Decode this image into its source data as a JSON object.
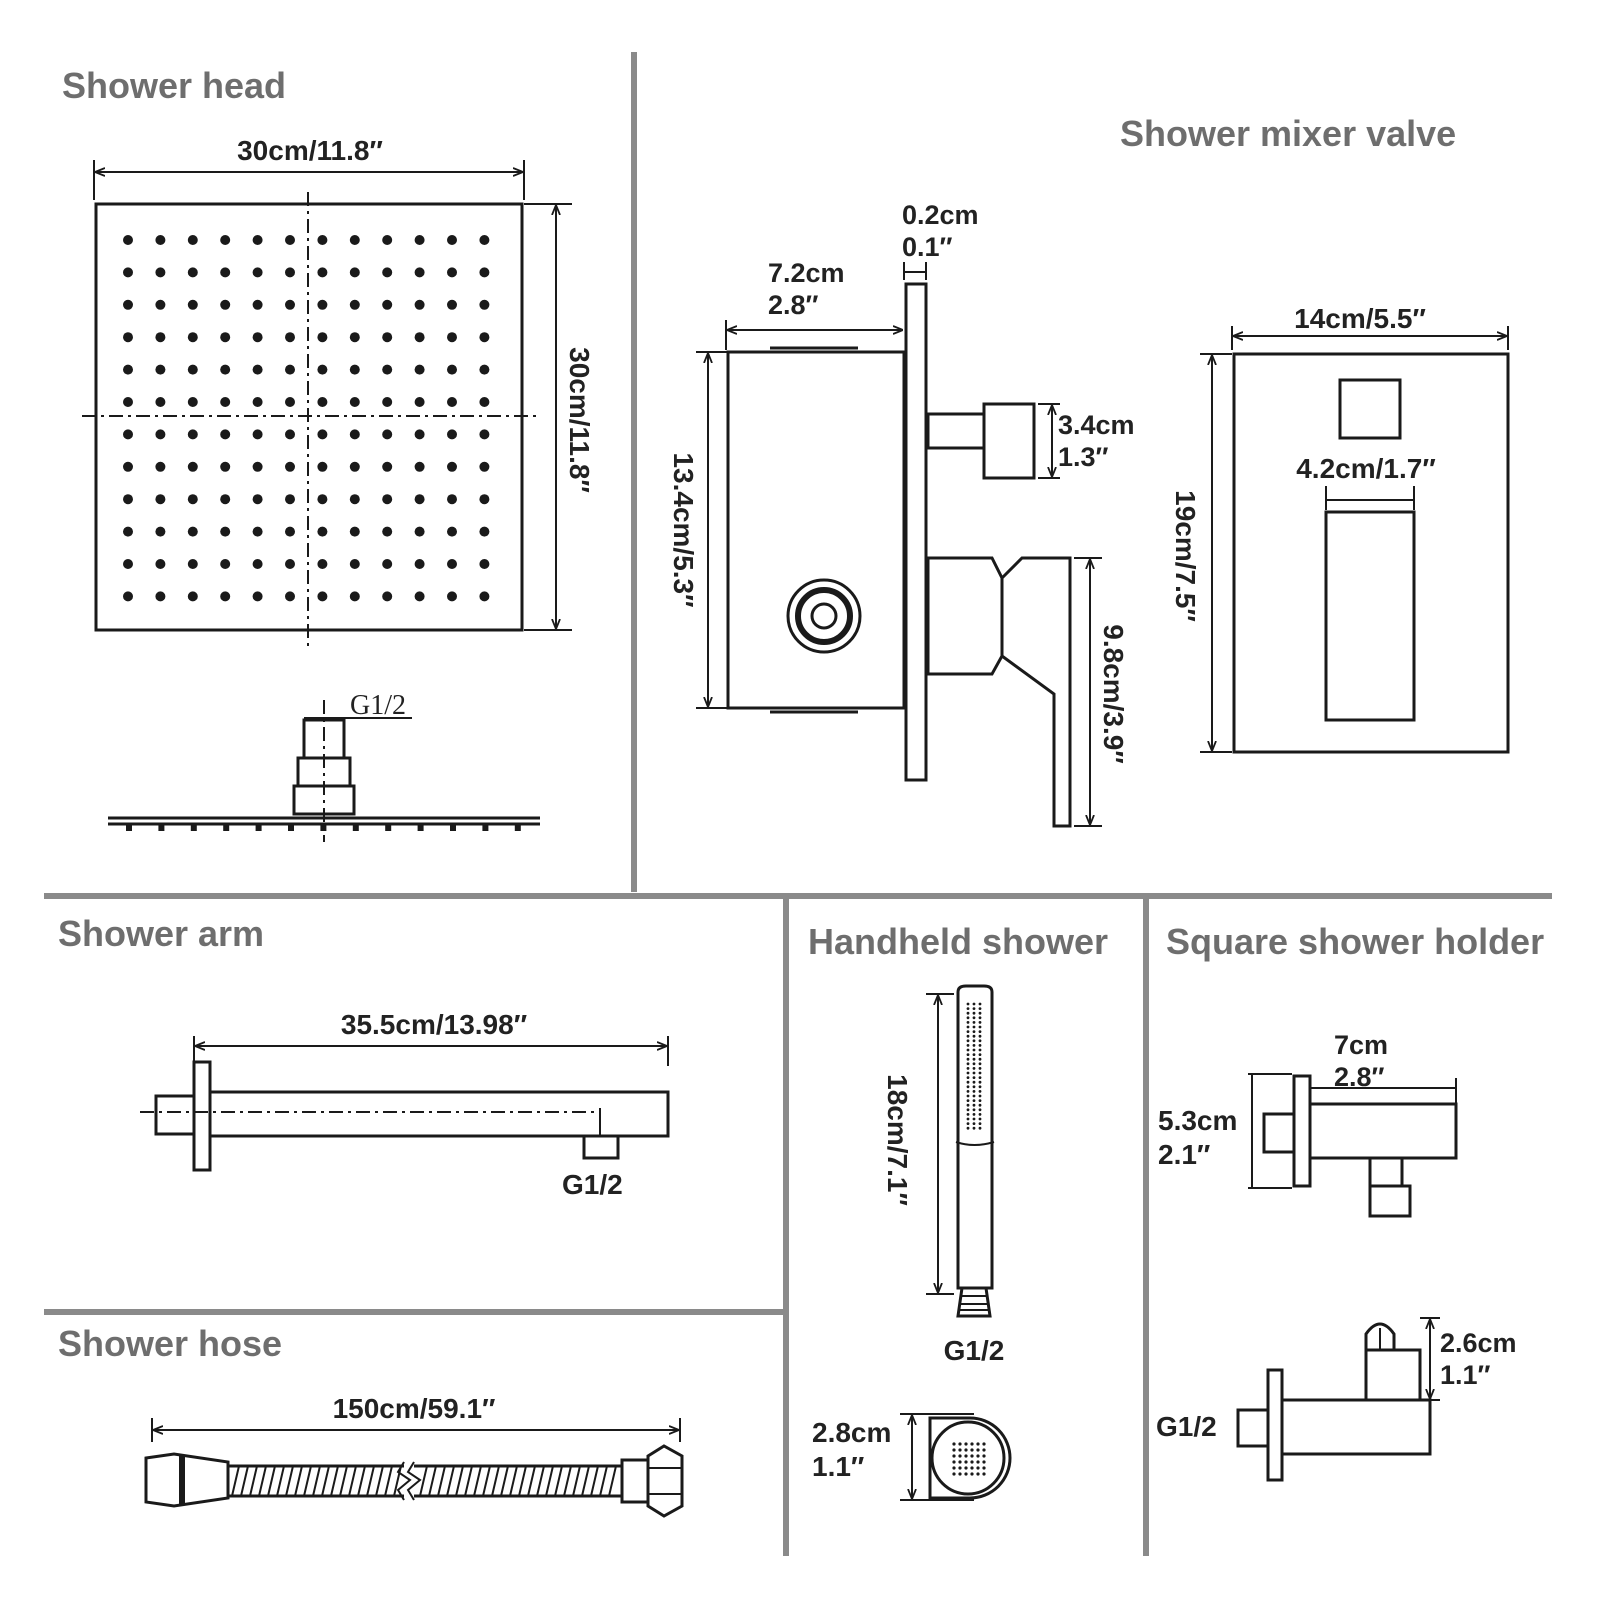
{
  "panels": {
    "shower_head": {
      "title": "Shower head",
      "width_label": "30cm/11.8″",
      "height_label": "30cm/11.8″",
      "thread_label": "G1/2"
    },
    "mixer_valve": {
      "title": "Shower mixer valve",
      "plate_thickness_cm": "0.2cm",
      "plate_thickness_in": "0.1″",
      "depth_cm": "7.2cm",
      "depth_in": "2.8″",
      "body_height": "13.4cm/5.3″",
      "spout_cm": "3.4cm",
      "spout_in": "1.3″",
      "handle_height": "9.8cm/3.9″",
      "plate_width": "14cm/5.5″",
      "plate_height": "19cm/7.5″",
      "handle_width": "4.2cm/1.7″"
    },
    "shower_arm": {
      "title": "Shower arm",
      "length_label": "35.5cm/13.98″",
      "thread_label": "G1/2"
    },
    "shower_hose": {
      "title": "Shower hose",
      "length_label": "150cm/59.1″"
    },
    "handheld_shower": {
      "title": "Handheld shower",
      "length_label": "18cm/7.1″",
      "thread_label": "G1/2",
      "face_cm": "2.8cm",
      "face_in": "1.1″"
    },
    "shower_holder": {
      "title": "Square shower holder",
      "depth_cm": "7cm",
      "depth_in": "2.8″",
      "height_cm": "5.3cm",
      "height_in": "2.1″",
      "hook_cm": "2.6cm",
      "hook_in": "1.1″",
      "thread_label": "G1/2"
    }
  }
}
